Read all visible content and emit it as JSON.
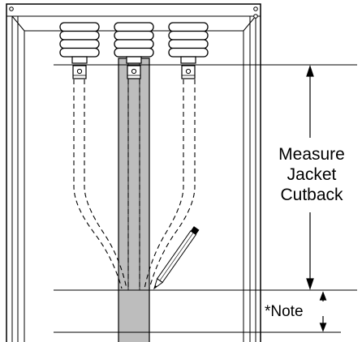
{
  "annotations": {
    "measure_label": [
      "Measure",
      "Jacket",
      "Cutback"
    ],
    "note_label": "*Note"
  },
  "colors": {
    "line": "#000000",
    "shaded_bar": "#bdbdbd",
    "bushing_fill": "#ffffff"
  },
  "icons": [
    "bushing-icon",
    "pencil-icon",
    "dimension-arrow-icon"
  ]
}
